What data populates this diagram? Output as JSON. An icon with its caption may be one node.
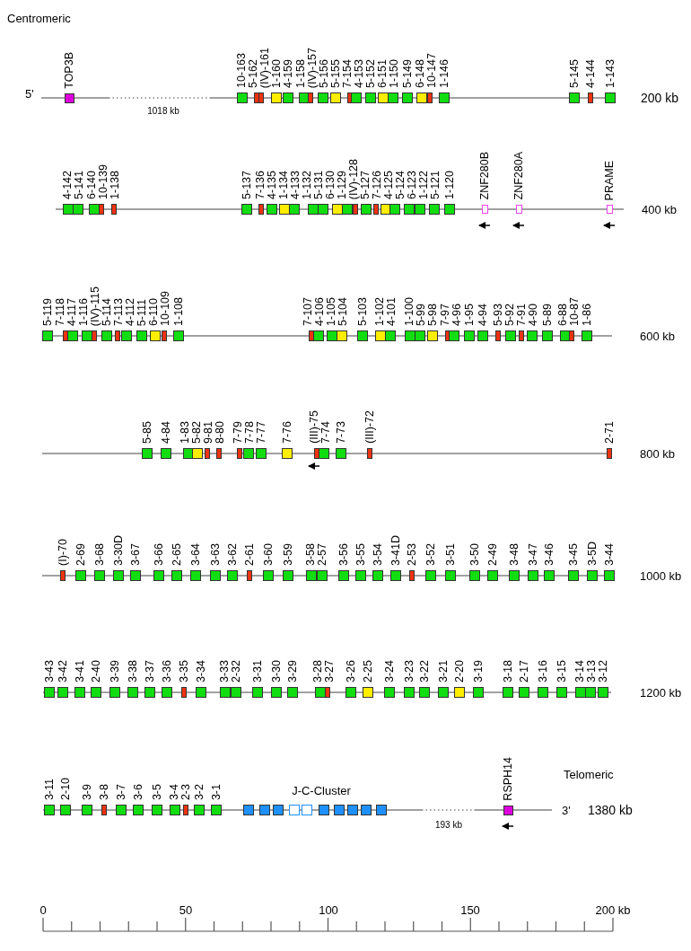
{
  "diagram": {
    "nodes": [
      {
        "text": [
          "TOP3B"
        ]
      },
      {
        "text": [
          "10-163"
        ]
      },
      {
        "text": [
          "5-162"
        ]
      },
      {
        "text": [
          "(IV)-161"
        ]
      },
      {
        "text": [
          "1-160"
        ]
      },
      {
        "text": [
          "4-159"
        ]
      },
      {
        "text": [
          "1-158"
        ]
      },
      {
        "text": [
          "(IV)-157"
        ]
      },
      {
        "text": [
          "5-156"
        ]
      },
      {
        "text": [
          "5-155"
        ]
      },
      {
        "text": [
          "7-154"
        ]
      },
      {
        "text": [
          "4-153"
        ]
      },
      {
        "text": [
          "5-152"
        ]
      },
      {
        "text": [
          "6-151"
        ]
      },
      {
        "text": [
          "1-150"
        ]
      },
      {
        "text": [
          "5-149"
        ]
      },
      {
        "text": [
          "6-148"
        ]
      },
      {
        "text": [
          "10-147"
        ]
      },
      {
        "text": [
          "1-146"
        ]
      },
      {
        "text": [
          "5-145"
        ]
      },
      {
        "text": [
          "4-144"
        ]
      },
      {
        "text": [
          "1-143"
        ]
      },
      {
        "text": [
          "4-142"
        ]
      },
      {
        "text": [
          "5-141"
        ]
      },
      {
        "text": [
          "6-140"
        ]
      },
      {
        "text": [
          "10-139"
        ]
      },
      {
        "text": [
          "1-138"
        ]
      },
      {
        "text": [
          "5-137"
        ]
      },
      {
        "text": [
          "7-136"
        ]
      },
      {
        "text": [
          "4-135"
        ]
      },
      {
        "text": [
          "1-134"
        ]
      },
      {
        "text": [
          "4-133"
        ]
      },
      {
        "text": [
          "1-132"
        ]
      },
      {
        "text": [
          "5-131"
        ]
      },
      {
        "text": [
          "6-130"
        ]
      },
      {
        "text": [
          "1-129"
        ]
      },
      {
        "text": [
          "(IV)-128"
        ]
      },
      {
        "text": [
          "5-127"
        ]
      },
      {
        "text": [
          "7-126"
        ]
      },
      {
        "text": [
          "4-125"
        ]
      },
      {
        "text": [
          "5-124"
        ]
      },
      {
        "text": [
          "6-123"
        ]
      },
      {
        "text": [
          "1-122"
        ]
      },
      {
        "text": [
          "5-121"
        ]
      },
      {
        "text": [
          "1-120"
        ]
      },
      {
        "text": [
          "ZNF280B"
        ]
      },
      {
        "text": [
          "ZNF280A"
        ]
      },
      {
        "text": [
          "PRAME"
        ]
      },
      {
        "text": [
          "5-119"
        ]
      },
      {
        "text": [
          "7-118"
        ]
      },
      {
        "text": [
          "4-117"
        ]
      },
      {
        "text": [
          "1-116"
        ]
      },
      {
        "text": [
          "(IV)-115"
        ]
      },
      {
        "text": [
          "5-114"
        ]
      },
      {
        "text": [
          "7-113"
        ]
      },
      {
        "text": [
          "4-112"
        ]
      },
      {
        "text": [
          "5-111"
        ]
      },
      {
        "text": [
          "6-110"
        ]
      },
      {
        "text": [
          "10-109"
        ]
      },
      {
        "text": [
          "1-108"
        ]
      },
      {
        "text": [
          "7-107"
        ]
      },
      {
        "text": [
          "4-106"
        ]
      },
      {
        "text": [
          "1-105"
        ]
      },
      {
        "text": [
          "5-104"
        ]
      },
      {
        "text": [
          "5-103"
        ]
      },
      {
        "text": [
          "1-102"
        ]
      },
      {
        "text": [
          "4-101"
        ]
      },
      {
        "text": [
          "1-100"
        ]
      },
      {
        "text": [
          "5-99"
        ]
      },
      {
        "text": [
          "5-98"
        ]
      },
      {
        "text": [
          "7-97"
        ]
      },
      {
        "text": [
          "4-96"
        ]
      },
      {
        "text": [
          "1-95"
        ]
      },
      {
        "text": [
          "4-94"
        ]
      },
      {
        "text": [
          "5-93"
        ]
      },
      {
        "text": [
          "5-92"
        ]
      },
      {
        "text": [
          "7-91"
        ]
      },
      {
        "text": [
          "4-90"
        ]
      },
      {
        "text": [
          "5-89"
        ]
      },
      {
        "text": [
          "6-88"
        ]
      },
      {
        "text": [
          "10-87"
        ]
      },
      {
        "text": [
          "1-86"
        ]
      },
      {
        "text": [
          "5-85"
        ]
      },
      {
        "text": [
          "4-84"
        ]
      },
      {
        "text": [
          "1-83"
        ]
      },
      {
        "text": [
          "5-82"
        ]
      },
      {
        "text": [
          "9-81"
        ]
      },
      {
        "text": [
          "8-80"
        ]
      },
      {
        "text": [
          "7-79"
        ]
      },
      {
        "text": [
          "7-78"
        ]
      },
      {
        "text": [
          "7-77"
        ]
      },
      {
        "text": [
          "7-76"
        ]
      },
      {
        "text": [
          "(III)-75"
        ]
      },
      {
        "text": [
          "7-74"
        ]
      },
      {
        "text": [
          "7-73"
        ]
      },
      {
        "text": [
          "(III)-72"
        ]
      },
      {
        "text": [
          "2-71"
        ]
      },
      {
        "text": [
          "(I)-70"
        ]
      },
      {
        "text": [
          "2-69"
        ]
      },
      {
        "text": [
          "3-68"
        ]
      },
      {
        "text": [
          "3-30D"
        ]
      },
      {
        "text": [
          "3-67"
        ]
      },
      {
        "text": [
          "3-66"
        ]
      },
      {
        "text": [
          "2-65"
        ]
      },
      {
        "text": [
          "3-64"
        ]
      },
      {
        "text": [
          "3-63"
        ]
      },
      {
        "text": [
          "3-62"
        ]
      },
      {
        "text": [
          "2-61"
        ]
      },
      {
        "text": [
          "3-60"
        ]
      },
      {
        "text": [
          "3-59"
        ]
      },
      {
        "text": [
          "3-58"
        ]
      },
      {
        "text": [
          "2-57"
        ]
      },
      {
        "text": [
          "3-56"
        ]
      },
      {
        "text": [
          "3-55"
        ]
      },
      {
        "text": [
          "3-54"
        ]
      },
      {
        "text": [
          "3-41D"
        ]
      },
      {
        "text": [
          "2-53"
        ]
      },
      {
        "text": [
          "3-52"
        ]
      },
      {
        "text": [
          "3-51"
        ]
      },
      {
        "text": [
          "3-50"
        ]
      },
      {
        "text": [
          "2-49"
        ]
      },
      {
        "text": [
          "3-48"
        ]
      },
      {
        "text": [
          "3-47"
        ]
      },
      {
        "text": [
          "3-46"
        ]
      },
      {
        "text": [
          "3-45"
        ]
      },
      {
        "text": [
          "3-5D"
        ]
      },
      {
        "text": [
          "3-44"
        ]
      },
      {
        "text": [
          "3-43"
        ]
      },
      {
        "text": [
          "3-42"
        ]
      },
      {
        "text": [
          "3-41"
        ]
      },
      {
        "text": [
          "2-40"
        ]
      },
      {
        "text": [
          "3-39"
        ]
      },
      {
        "text": [
          "3-38"
        ]
      },
      {
        "text": [
          "3-37"
        ]
      },
      {
        "text": [
          "3-36"
        ]
      },
      {
        "text": [
          "3-35"
        ]
      },
      {
        "text": [
          "3-34"
        ]
      },
      {
        "text": [
          "3-33"
        ]
      },
      {
        "text": [
          "2-32"
        ]
      },
      {
        "text": [
          "3-31"
        ]
      },
      {
        "text": [
          "3-30"
        ]
      },
      {
        "text": [
          "3-29"
        ]
      },
      {
        "text": [
          "3-28"
        ]
      },
      {
        "text": [
          "3-27"
        ]
      },
      {
        "text": [
          "3-26"
        ]
      },
      {
        "text": [
          "2-25"
        ]
      },
      {
        "text": [
          "3-24"
        ]
      },
      {
        "text": [
          "3-23"
        ]
      },
      {
        "text": [
          "3-22"
        ]
      },
      {
        "text": [
          "3-21"
        ]
      },
      {
        "text": [
          "2-20"
        ]
      },
      {
        "text": [
          "3-19"
        ]
      },
      {
        "text": [
          "3-18"
        ]
      },
      {
        "text": [
          "2-17"
        ]
      },
      {
        "text": [
          "3-16"
        ]
      },
      {
        "text": [
          "3-15"
        ]
      },
      {
        "text": [
          "3-14"
        ]
      },
      {
        "text": [
          "3-13"
        ]
      },
      {
        "text": [
          "3-12"
        ]
      },
      {
        "text": [
          "3-11"
        ]
      },
      {
        "text": [
          "2-10"
        ]
      },
      {
        "text": [
          "3-9"
        ]
      },
      {
        "text": [
          "3-8"
        ]
      },
      {
        "text": [
          "3-7"
        ]
      },
      {
        "text": [
          "3-6"
        ]
      },
      {
        "text": [
          "3-5"
        ]
      },
      {
        "text": [
          "3-4"
        ]
      },
      {
        "text": [
          "2-3"
        ]
      },
      {
        "text": [
          "3-2"
        ]
      },
      {
        "text": [
          "3-1"
        ]
      },
      {
        "text": [],
        "shape": "box"
      },
      {
        "text": [],
        "shape": "box"
      },
      {
        "text": [],
        "shape": "box"
      },
      {
        "text": [],
        "shape": "box"
      },
      {
        "text": [],
        "shape": "box"
      },
      {
        "text": [],
        "shape": "box"
      },
      {
        "text": [],
        "shape": "box"
      },
      {
        "text": [],
        "shape": "box"
      },
      {
        "text": [],
        "shape": "box"
      },
      {
        "text": [],
        "shape": "box"
      },
      {
        "text": [
          "RSPH14"
        ]
      }
    ],
    "labels": [
      "Centromeric",
      "5'",
      "1018 kb",
      "200 kb",
      "400 kb",
      "600 kb",
      "800 kb",
      "1000 kb",
      "1200 kb",
      "Telomeric",
      "J-C-Cluster",
      "3'",
      "1380 kb",
      "193 kb",
      "0",
      "50",
      "100",
      "150",
      "200 kb"
    ]
  }
}
